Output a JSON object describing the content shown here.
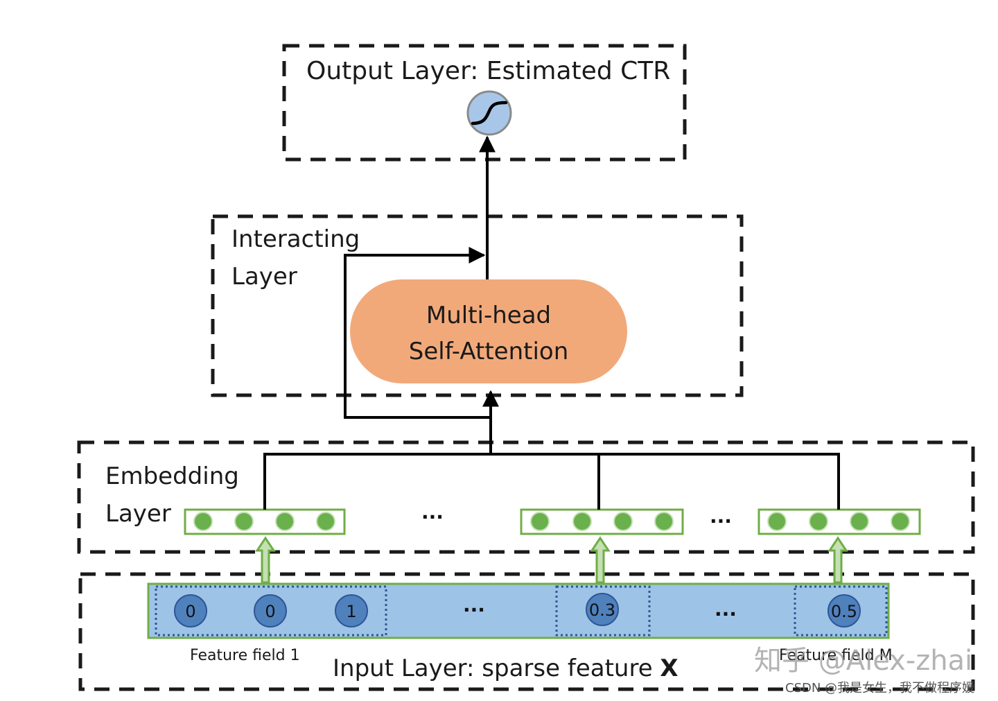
{
  "output_layer": {
    "title": "Output Layer: Estimated CTR",
    "icon": "sigmoid-icon"
  },
  "interacting_layer": {
    "title_line1": "Interacting",
    "title_line2": "Layer",
    "block_line1": "Multi-head",
    "block_line2": "Self-Attention"
  },
  "embedding_layer": {
    "title_line1": "Embedding",
    "title_line2": "Layer",
    "ellipsis1": "...",
    "ellipsis2": "..."
  },
  "input_layer": {
    "title_prefix": "Input Layer: sparse feature ",
    "title_var": "X",
    "field1_label": "Feature field 1",
    "fieldM_label": "Feature field M",
    "values": [
      "0",
      "0",
      "1",
      "0.3",
      "0.5"
    ],
    "ellipsis1": "...",
    "ellipsis2": "..."
  },
  "watermarks": {
    "zhihu": "知乎 @Alex-zhai",
    "csdn": "CSDN @我是女生，我不做程序媛"
  },
  "colors": {
    "attention_fill": "#f2a97a",
    "input_fill": "#9dc3e6",
    "node_fill": "#6ab04c",
    "node_stroke": "#70ad47",
    "value_fill": "#4f81bd",
    "sigmoid_fill": "#a8c7e8"
  }
}
